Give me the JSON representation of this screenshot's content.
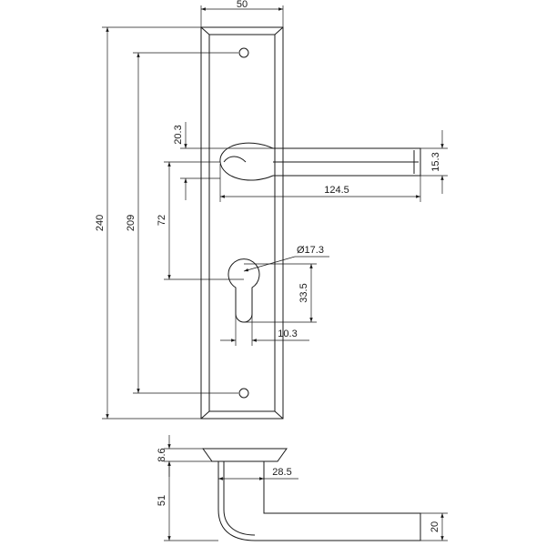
{
  "drawing": {
    "colors": {
      "stroke": "#1a1a1a",
      "background": "#ffffff"
    },
    "dimensions": {
      "plate_width": "50",
      "plate_height": "240",
      "hole_spacing": "209",
      "handle_to_cylinder": "72",
      "handle_offset": "20.3",
      "handle_length": "124.5",
      "handle_thickness": "15.3",
      "cylinder_diameter": "Ø17.3",
      "cylinder_height": "33.5",
      "cylinder_slot": "10.3",
      "rose_height": "8.6",
      "rose_offset": "28.5",
      "handle_projection": "51",
      "lever_thickness": "20"
    }
  }
}
